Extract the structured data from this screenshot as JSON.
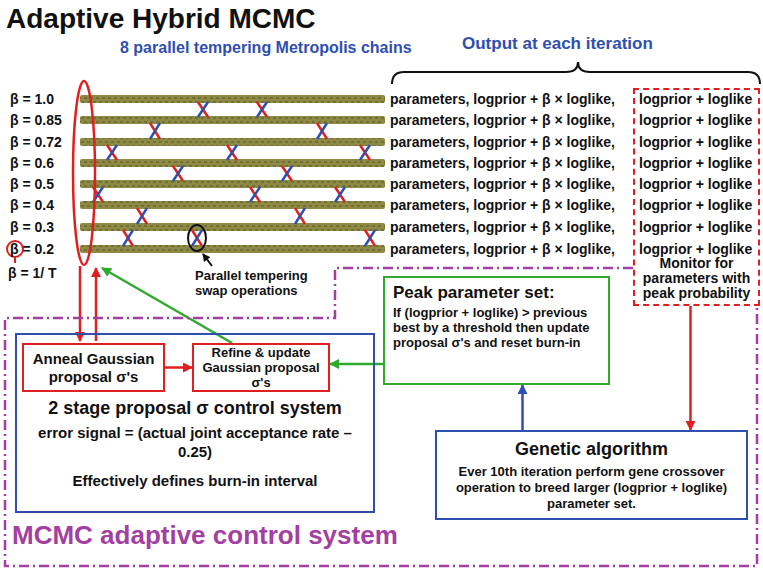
{
  "diagram": {
    "title": "Adaptive Hybrid MCMC",
    "nodes": [
      {
        "text": [
          "logprior + loglike",
          "logprior + loglike",
          "logprior + loglike",
          "logprior + loglike",
          "logprior + loglike",
          "logprior + loglike",
          "logprior + loglike",
          "logprior + loglike",
          "Monitor for parameters with peak probability"
        ]
      },
      {
        "text": [
          "MCMC adaptive control system"
        ]
      },
      {
        "text": [
          "Peak parameter set:",
          "If (logprior + loglike) > previous best by a threshold then update proposal σ's and reset burn-in"
        ],
        "in": 1
      },
      {
        "text": [
          "2 stage proposal σ control system",
          "error signal = (actual joint acceptance rate – 0.25)",
          "Effectively defines burn-in interval"
        ],
        "in": 1
      },
      {
        "text": [
          "Anneal Gaussian proposal σ's"
        ],
        "in": 3
      },
      {
        "text": [
          "Refine & update Gaussian proposal σ's"
        ],
        "in": 3
      },
      {
        "text": [
          "Genetic algorithm",
          "Ever 10th iteration perform gene crossover operation to breed larger (logprior + loglike) parameter set."
        ],
        "in": 1
      }
    ],
    "edges": [
      {
        "from": 4,
        "to": 5,
        "arrow": "to"
      },
      {
        "from": 2,
        "to": 5,
        "arrow": "to"
      },
      {
        "from": 0,
        "to": 6,
        "arrow": "to"
      },
      {
        "from": 6,
        "to": 2,
        "arrow": "to"
      }
    ],
    "labels": [
      "8 parallel tempering Metropolis chains",
      "Output at each iteration",
      "β = 1.0",
      "β = 0.85",
      "β = 0.72",
      "β = 0.6",
      "β = 0.5",
      "β = 0.4",
      "β = 0.3",
      "β = 0.2",
      "β = 1/ T",
      "parameters, logprior + β × loglike,",
      "parameters, logprior + β × loglike,",
      "parameters, logprior + β × loglike,",
      "parameters, logprior + β × loglike,",
      "parameters, logprior + β × loglike,",
      "parameters, logprior + β × loglike,",
      "parameters, logprior + β × loglike,",
      "parameters, logprior + β × loglike,",
      "Parallel tempering swap operations"
    ]
  }
}
